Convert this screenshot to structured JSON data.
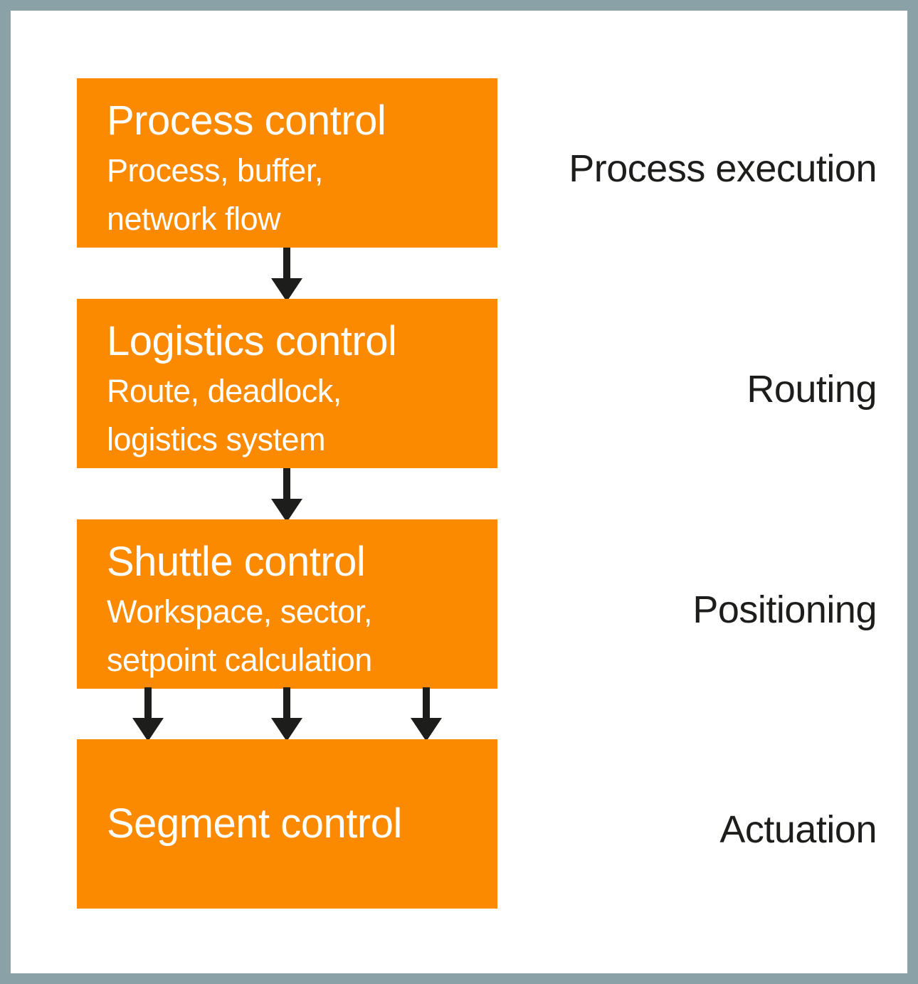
{
  "colors": {
    "frame": "#8BA1A8",
    "canvas": "#FFFFFF",
    "box": "#FB8A00",
    "box_text": "#FFFFFF",
    "ink": "#1D1D1B"
  },
  "diagram": {
    "boxes": [
      {
        "title": "Process control",
        "subtitle_line1": "Process, buffer,",
        "subtitle_line2": "network flow",
        "side_label": "Process execution"
      },
      {
        "title": "Logistics control",
        "subtitle_line1": "Route, deadlock,",
        "subtitle_line2": "logistics system",
        "side_label": "Routing"
      },
      {
        "title": "Shuttle control",
        "subtitle_line1": "Workspace, sector,",
        "subtitle_line2": "setpoint calculation",
        "side_label": "Positioning"
      },
      {
        "title": "Segment control",
        "side_label": "Actuation"
      }
    ],
    "connectors": [
      {
        "from": "Process control",
        "to": "Logistics control",
        "arrow_count": 1
      },
      {
        "from": "Logistics control",
        "to": "Shuttle control",
        "arrow_count": 1
      },
      {
        "from": "Shuttle control",
        "to": "Segment control",
        "arrow_count": 3
      }
    ]
  }
}
